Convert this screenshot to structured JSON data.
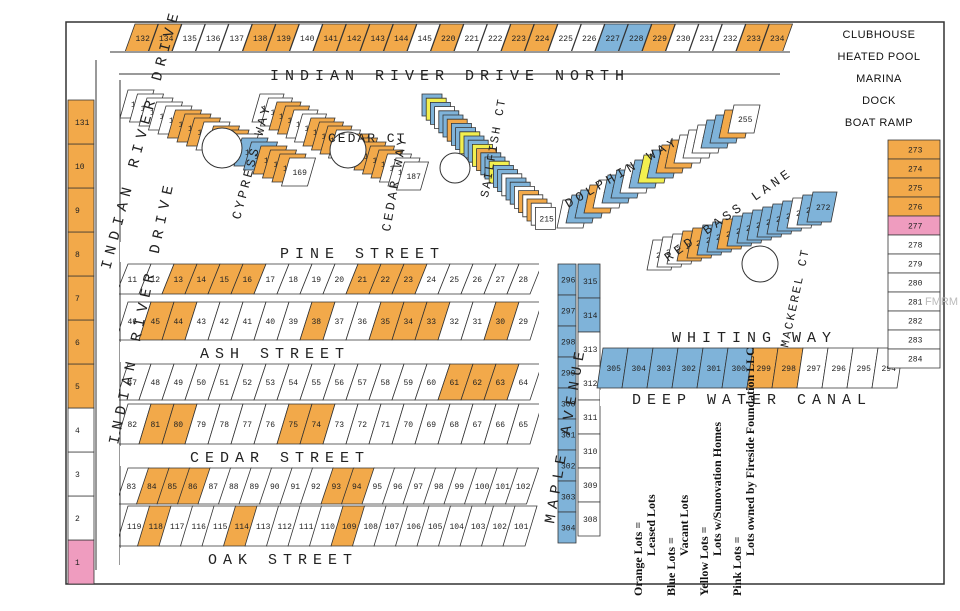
{
  "colors": {
    "orange": "#f2a94a",
    "blue": "#7fb3d9",
    "yellow": "#f2ef4f",
    "pink": "#ef9cbf",
    "white": "#ffffff",
    "outline": "#333333"
  },
  "streets": {
    "indian_river_drive_north": "INDIAN RIVER DRIVE NORTH",
    "indian_river_drive_west": "INDIAN RIVER DRIVE WEST",
    "indian_river_drive": "INDIAN RIVER DRIVE",
    "cypress_way": "CYPRESS WAY",
    "cedar_ct": "CEDAR CT",
    "cedar_way": "CEDAR WAY",
    "sailfish_ct": "SAILFISH CT",
    "dolphin_way": "DOLPHIN WAY",
    "red_bass_lane": "RED BASS LANE",
    "mackerel_ct": "MACKEREL CT",
    "pine_street": "PINE STREET",
    "ash_street": "ASH STREET",
    "cedar_street": "CEDAR STREET",
    "oak_street": "OAK STREET",
    "maple_avenue": "MAPLE AVENUE",
    "whiting_way": "WHITING WAY",
    "deep_water_canal": "DEEP WATER CANAL"
  },
  "amenities": [
    "CLUBHOUSE",
    "HEATED POOL",
    "MARINA",
    "DOCK",
    "BOAT RAMP"
  ],
  "legend": [
    {
      "line1": "Orange Lots =",
      "line2": "Leased Lots"
    },
    {
      "line1": "Blue Lots =",
      "line2": "Vacant Lots"
    },
    {
      "line1": "Yellow Lots =",
      "line2": "Lots w/Sunovation Homes"
    },
    {
      "line1": "Pink Lots =",
      "line2": "Lots owned by Fireside Foundation LLC"
    }
  ],
  "watermark": "FMRM",
  "lot_rows": [
    {
      "id": "top-row",
      "numbers": [
        "132",
        "134",
        "135",
        "136",
        "137",
        "138",
        "139",
        "140",
        "141",
        "142",
        "143",
        "144",
        "145",
        "220",
        "221",
        "222",
        "223",
        "224",
        "225",
        "226",
        "227",
        "228",
        "229",
        "230",
        "231",
        "232",
        "233",
        "234"
      ],
      "colors": [
        "o",
        "o",
        "w",
        "w",
        "w",
        "o",
        "o",
        "w",
        "o",
        "o",
        "o",
        "o",
        "w",
        "o",
        "w",
        "w",
        "o",
        "o",
        "w",
        "w",
        "b",
        "b",
        "o",
        "w",
        "w",
        "w",
        "o",
        "o"
      ]
    },
    {
      "id": "pine-row",
      "numbers": [
        "11",
        "12",
        "13",
        "14",
        "15",
        "16",
        "17",
        "18",
        "19",
        "20",
        "21",
        "22",
        "23",
        "24",
        "25",
        "26",
        "27",
        "28"
      ],
      "colors": [
        "w",
        "w",
        "o",
        "o",
        "o",
        "o",
        "w",
        "w",
        "w",
        "w",
        "o",
        "o",
        "o",
        "w",
        "w",
        "w",
        "w",
        "w"
      ]
    },
    {
      "id": "ash-north-row",
      "numbers": [
        "46",
        "45",
        "44",
        "43",
        "42",
        "41",
        "40",
        "39",
        "38",
        "37",
        "36",
        "35",
        "34",
        "33",
        "32",
        "31",
        "30",
        "29"
      ],
      "colors": [
        "w",
        "o",
        "o",
        "w",
        "w",
        "w",
        "w",
        "w",
        "o",
        "w",
        "w",
        "o",
        "o",
        "o",
        "w",
        "w",
        "o",
        "w"
      ]
    },
    {
      "id": "ash-south-row",
      "numbers": [
        "47",
        "48",
        "49",
        "50",
        "51",
        "52",
        "53",
        "54",
        "55",
        "56",
        "57",
        "58",
        "59",
        "60",
        "61",
        "62",
        "63",
        "64"
      ],
      "colors": [
        "w",
        "w",
        "w",
        "w",
        "w",
        "w",
        "w",
        "w",
        "w",
        "w",
        "w",
        "w",
        "w",
        "w",
        "o",
        "o",
        "o",
        "w"
      ]
    },
    {
      "id": "cedar-north-row",
      "numbers": [
        "82",
        "81",
        "80",
        "79",
        "78",
        "77",
        "76",
        "75",
        "74",
        "73",
        "72",
        "71",
        "70",
        "69",
        "68",
        "67",
        "66",
        "65"
      ],
      "colors": [
        "w",
        "o",
        "o",
        "w",
        "w",
        "w",
        "w",
        "o",
        "o",
        "w",
        "w",
        "w",
        "w",
        "w",
        "w",
        "w",
        "w",
        "w"
      ]
    },
    {
      "id": "cedar-south-row",
      "numbers": [
        "83",
        "84",
        "85",
        "86",
        "87",
        "88",
        "89",
        "90",
        "91",
        "92",
        "93",
        "94",
        "95",
        "96",
        "97",
        "98",
        "99",
        "100",
        "101",
        "102"
      ],
      "colors": [
        "w",
        "o",
        "o",
        "o",
        "w",
        "w",
        "w",
        "w",
        "w",
        "w",
        "o",
        "o",
        "w",
        "w",
        "w",
        "w",
        "w",
        "w",
        "w",
        "w"
      ]
    },
    {
      "id": "oak-row",
      "numbers": [
        "119",
        "118",
        "117",
        "116",
        "115",
        "114",
        "113",
        "112",
        "111",
        "110",
        "109",
        "108",
        "107",
        "106",
        "105",
        "104",
        "103",
        "102",
        "101"
      ],
      "colors": [
        "w",
        "o",
        "w",
        "w",
        "w",
        "o",
        "w",
        "w",
        "w",
        "w",
        "o",
        "w",
        "w",
        "w",
        "w",
        "w",
        "w",
        "w",
        "w"
      ]
    },
    {
      "id": "west-row",
      "numbers": [
        "1",
        "2",
        "3",
        "4",
        "5",
        "6",
        "7",
        "8",
        "9",
        "10",
        "131"
      ],
      "colors": [
        "p",
        "w",
        "w",
        "w",
        "o",
        "o",
        "o",
        "o",
        "o",
        "o",
        "o"
      ]
    },
    {
      "id": "maple-west-row",
      "numbers": [
        "296",
        "297",
        "298",
        "299",
        "300",
        "301",
        "302",
        "303",
        "304"
      ],
      "colors": [
        "b",
        "b",
        "b",
        "b",
        "b",
        "b",
        "b",
        "b",
        "b"
      ]
    },
    {
      "id": "maple-east-row",
      "numbers": [
        "315",
        "314",
        "313",
        "312",
        "311",
        "310",
        "309",
        "308"
      ],
      "colors": [
        "b",
        "b",
        "w",
        "w",
        "w",
        "w",
        "w",
        "w"
      ]
    },
    {
      "id": "canal-row",
      "numbers": [
        "305",
        "304",
        "303",
        "302",
        "301",
        "300",
        "299",
        "298",
        "297",
        "296",
        "295",
        "294"
      ],
      "colors": [
        "b",
        "b",
        "b",
        "b",
        "b",
        "b",
        "o",
        "o",
        "w",
        "w",
        "w",
        "w"
      ]
    },
    {
      "id": "east-row",
      "numbers": [
        "273",
        "274",
        "275",
        "276",
        "277",
        "278",
        "279",
        "280",
        "281",
        "282",
        "283",
        "284"
      ],
      "colors": [
        "o",
        "o",
        "o",
        "o",
        "p",
        "w",
        "w",
        "w",
        "w",
        "w",
        "w",
        "w"
      ]
    },
    {
      "id": "cypress-row",
      "numbers": [
        "152",
        "153",
        "154",
        "155",
        "156",
        "157",
        "158",
        "159",
        "160",
        "161",
        "162",
        "163",
        "164",
        "165",
        "166",
        "167",
        "168",
        "169"
      ],
      "colors": [
        "w",
        "w",
        "w",
        "w",
        "w",
        "o",
        "o",
        "o",
        "w",
        "o",
        "o",
        "w",
        "b",
        "b",
        "o",
        "o",
        "o",
        "w"
      ]
    },
    {
      "id": "cedar-way-row",
      "numbers": [
        "170",
        "171",
        "172",
        "173",
        "174",
        "175",
        "176",
        "177",
        "178",
        "179",
        "180",
        "181",
        "182",
        "183",
        "184",
        "185",
        "186",
        "187"
      ],
      "colors": [
        "w",
        "w",
        "o",
        "o",
        "w",
        "w",
        "o",
        "o",
        "o",
        "w",
        "o",
        "o",
        "o",
        "o",
        "o",
        "w",
        "w",
        "w"
      ]
    },
    {
      "id": "sailfish-row",
      "numbers": [
        "188",
        "189",
        "190",
        "191",
        "192",
        "193",
        "194",
        "195",
        "196",
        "197",
        "198",
        "199",
        "200",
        "201",
        "202",
        "203",
        "204",
        "205",
        "206",
        "207",
        "208",
        "209",
        "210",
        "211",
        "212",
        "213",
        "214",
        "215"
      ],
      "colors": [
        "b",
        "y",
        "b",
        "w",
        "b",
        "b",
        "o",
        "b",
        "b",
        "y",
        "b",
        "b",
        "y",
        "o",
        "b",
        "b",
        "y",
        "b",
        "b",
        "w",
        "b",
        "b",
        "w",
        "o",
        "w",
        "o",
        "w",
        "w"
      ]
    },
    {
      "id": "dolphin-row",
      "numbers": [
        "236",
        "237",
        "238",
        "239",
        "240",
        "241",
        "242",
        "243",
        "244",
        "245",
        "246",
        "247",
        "248",
        "249",
        "250",
        "251",
        "252",
        "253",
        "254",
        "255"
      ],
      "colors": [
        "w",
        "b",
        "b",
        "o",
        "w",
        "b",
        "b",
        "w",
        "b",
        "y",
        "b",
        "o",
        "o",
        "w",
        "w",
        "w",
        "b",
        "b",
        "o",
        "w"
      ]
    },
    {
      "id": "red-bass-row",
      "numbers": [
        "256",
        "257",
        "258",
        "259",
        "260",
        "261",
        "262",
        "263",
        "264",
        "265",
        "266",
        "267",
        "268",
        "269",
        "270",
        "271",
        "272"
      ],
      "colors": [
        "w",
        "w",
        "w",
        "o",
        "o",
        "b",
        "b",
        "o",
        "b",
        "b",
        "b",
        "b",
        "b",
        "b",
        "w",
        "b",
        "b"
      ]
    }
  ]
}
